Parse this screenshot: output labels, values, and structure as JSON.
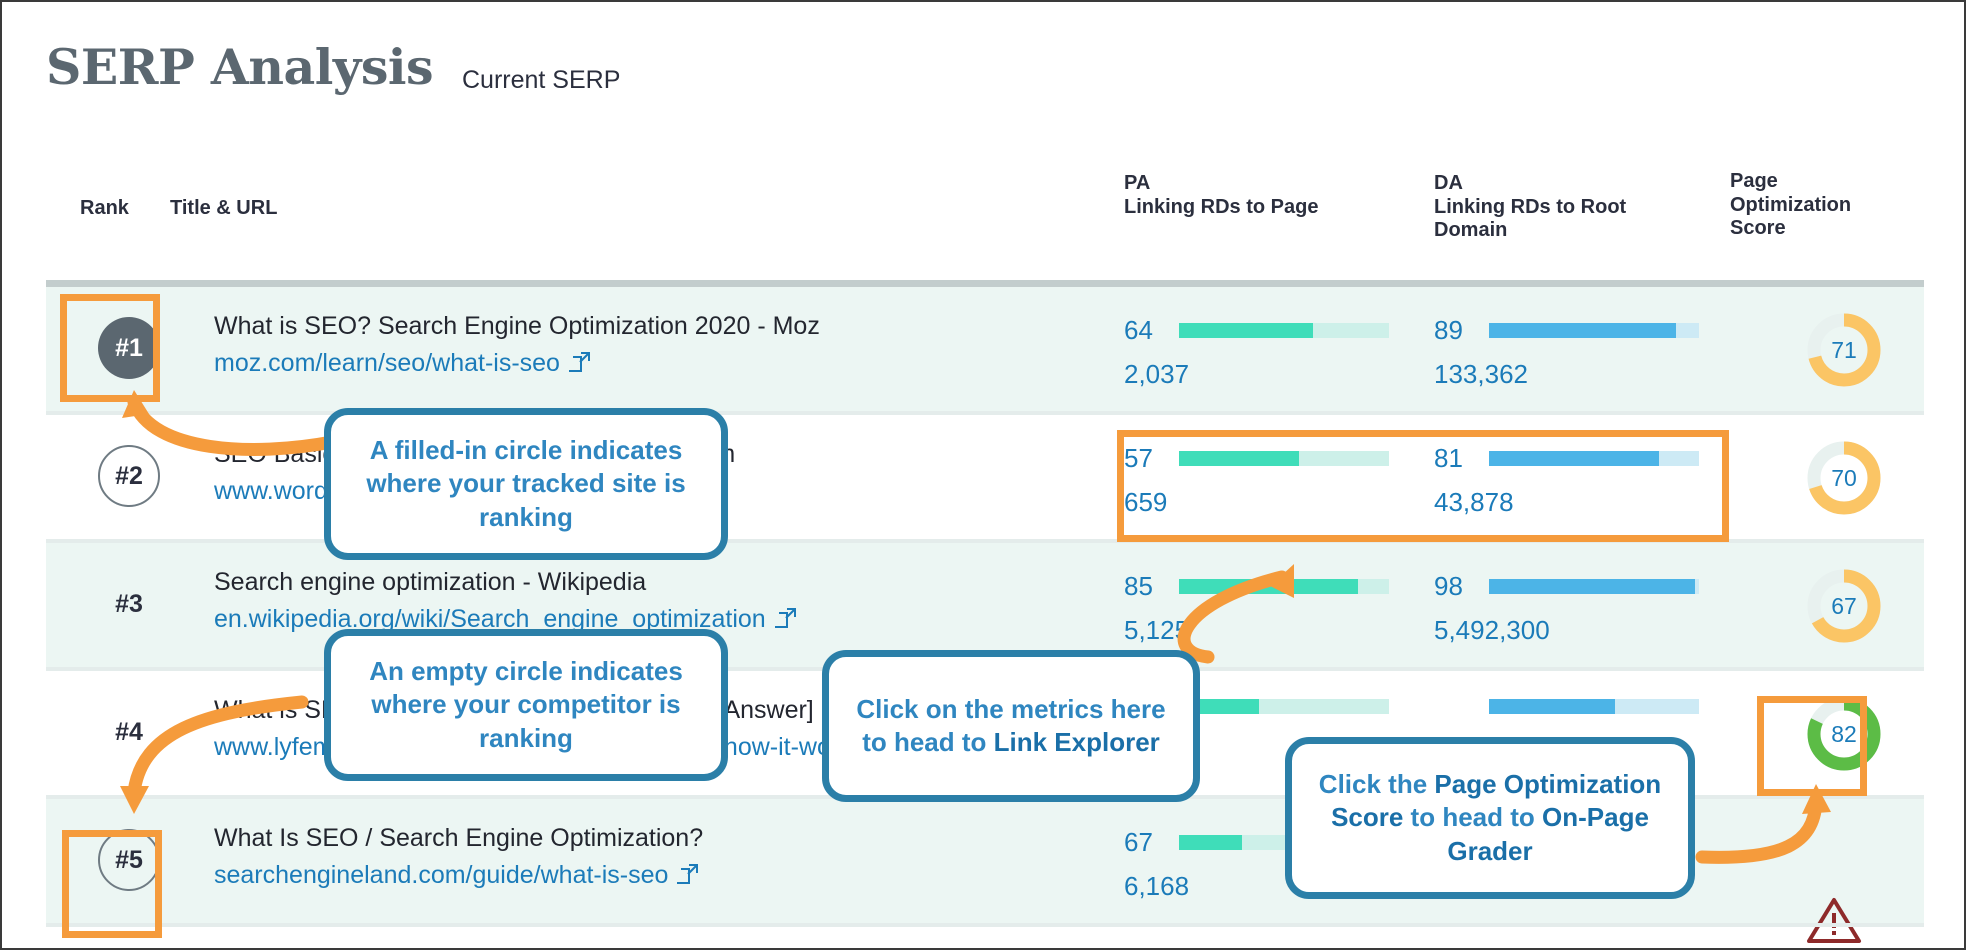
{
  "header": {
    "title": "SERP Analysis",
    "subtitle": "Current SERP"
  },
  "columns": {
    "rank": "Rank",
    "title_url": "Title & URL",
    "pa": "PA\nLinking RDs to Page",
    "da": "DA\nLinking RDs to Root\nDomain",
    "pos": "Page\nOptimization\nScore"
  },
  "rows": [
    {
      "rank": "#1",
      "rank_style": "filled",
      "title": "What is SEO? Search Engine Optimization 2020 - Moz",
      "url": "moz.com/learn/seo/what-is-seo",
      "pa_score": "64",
      "pa_pct": 64,
      "pa_rds": "2,037",
      "da_score": "89",
      "da_pct": 89,
      "da_rds": "133,362",
      "pos_score": "71",
      "pos_pct": 71,
      "pos_color": "#fbc濃"
    },
    {
      "rank": "#2",
      "rank_style": "empty",
      "title": "SEO Basics: A Beginner's Guide - WordStream",
      "url": "www.wordstream.com/seo-basics",
      "pa_score": "57",
      "pa_pct": 57,
      "pa_rds": "659",
      "da_score": "81",
      "da_pct": 81,
      "da_rds": "43,878",
      "pos_score": "70",
      "pos_pct": 70
    },
    {
      "rank": "#3",
      "rank_style": "bare",
      "title": "Search engine optimization - Wikipedia",
      "url": "en.wikipedia.org/wiki/Search_engine_optimization",
      "pa_score": "85",
      "pa_pct": 85,
      "pa_rds": "5,125",
      "da_score": "98",
      "da_pct": 98,
      "da_rds": "5,492,300",
      "pos_score": "67",
      "pos_pct": 67
    },
    {
      "rank": "#4",
      "rank_style": "bare",
      "title": "What is SEO and How Does It Work? [Simple Answer]",
      "url": "www.lyfemarketing.com/blog/what-is-seo-and-how-it-works",
      "pa_score": "",
      "pa_pct": 38,
      "pa_rds": "",
      "da_score": "",
      "da_pct": 60,
      "da_rds": "",
      "pos_score": "82",
      "pos_pct": 82
    },
    {
      "rank": "#5",
      "rank_style": "empty",
      "title": "What Is SEO / Search Engine Optimization?",
      "url": "searchengineland.com/guide/what-is-seo",
      "pa_score": "67",
      "pa_pct": 30,
      "pa_rds": "6,168",
      "da_score": "",
      "da_pct": 0,
      "da_rds": "",
      "pos_score": "",
      "pos_pct": 0
    }
  ],
  "callouts": {
    "filled_circle": "A filled-in circle indicates where your tracked site is ranking",
    "empty_circle": "An empty circle indicates where your competitor is ranking",
    "link_explorer_pre": "Click on the metrics here to head to ",
    "link_explorer_bold": "Link Explorer",
    "on_page_pre": "Click the ",
    "on_page_bold1": "Page Optimization Score",
    "on_page_mid": " to head to ",
    "on_page_bold2": "On-Page Grader"
  },
  "colors": {
    "accent_orange": "#f59b3c",
    "callout_blue": "#2b7fa8",
    "text_blue": "#1b7bb9",
    "pa_bar": "#3fddb9",
    "da_bar": "#4cb4e7",
    "donut_amber": "#fbc濃",
    "donut_green": "#5cbc46",
    "warning_red": "#8e2a2a"
  },
  "icons": {
    "external_link": "external-link-icon",
    "warning": "warning-triangle-icon"
  }
}
